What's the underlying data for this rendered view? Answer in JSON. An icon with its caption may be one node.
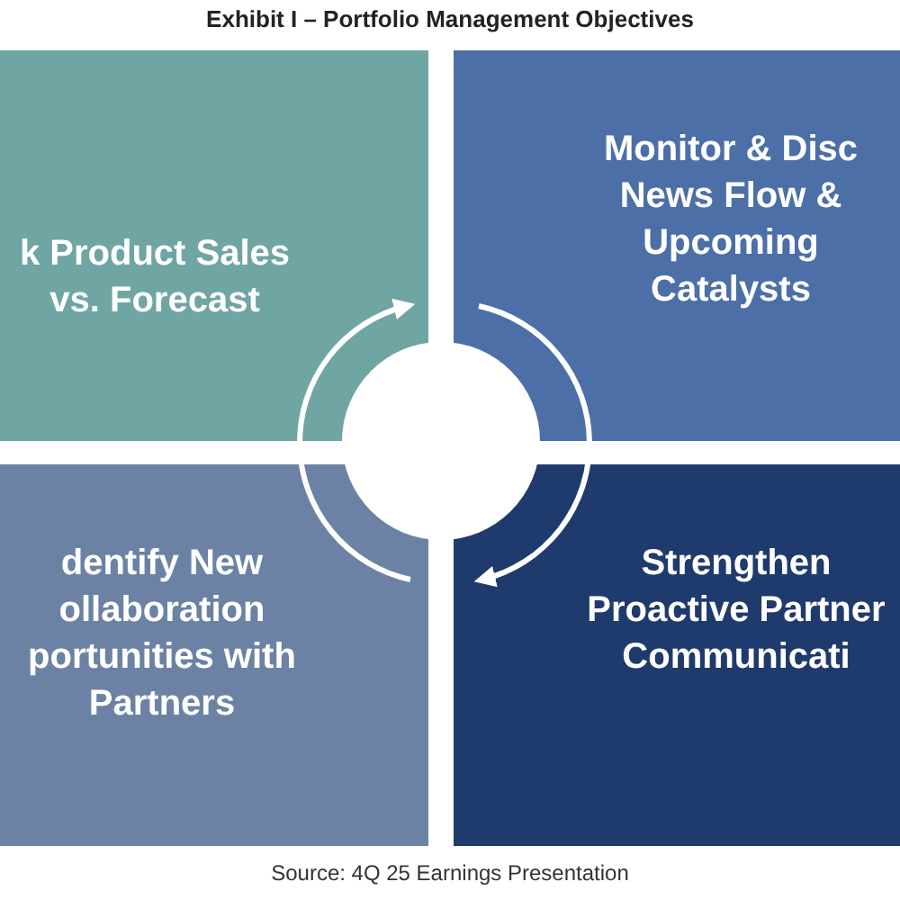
{
  "diagram": {
    "title": "Exhibit I – Portfolio Management Objectives",
    "caption": "Source: 4Q 25 Earnings Presentation",
    "nodes": [
      {
        "text": [
          "k Product Sales vs. Forecast"
        ]
      },
      {
        "text": [
          "Monitor & Disc News Flow & Upcoming Catalysts"
        ]
      },
      {
        "text": [
          "dentify New ollaboration portunities with Partners"
        ]
      },
      {
        "text": [
          "Strengthen Proactive Partner Communicati"
        ]
      },
      {
        "text": [],
        "shape": "circle"
      }
    ],
    "edges": [
      {
        "from": 2,
        "to": 0,
        "arrow": "to"
      },
      {
        "from": 1,
        "to": 3,
        "arrow": "to"
      }
    ]
  }
}
